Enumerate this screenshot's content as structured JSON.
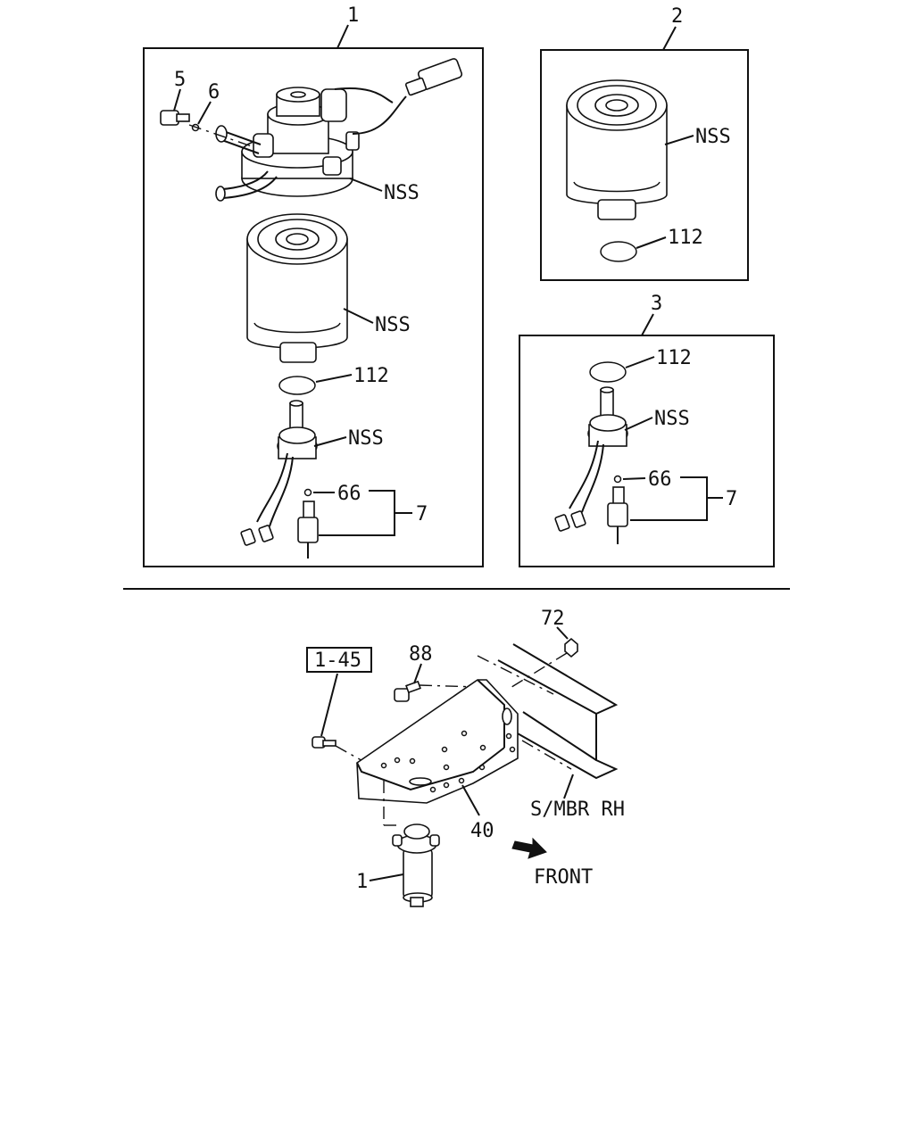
{
  "callouts": {
    "assembly_1": "1",
    "assembly_2": "2",
    "assembly_3": "3",
    "bolt_5": "5",
    "washer_6": "6",
    "nss_head": "NSS",
    "nss_filter_1": "NSS",
    "oring_112_1": "112",
    "nss_sensor_1": "NSS",
    "oring_66_1": "66",
    "sensor_7_1": "7",
    "nss_filter_2": "NSS",
    "oring_112_2": "112",
    "oring_112_3": "112",
    "nss_sensor_3": "NSS",
    "oring_66_3": "66",
    "sensor_7_3": "7",
    "nut_72": "72",
    "bolt_88": "88",
    "ref_box": "1-45",
    "bracket_40": "40",
    "side_member": "S/MBR RH",
    "filter_assy_1": "1",
    "front": "FRONT"
  }
}
